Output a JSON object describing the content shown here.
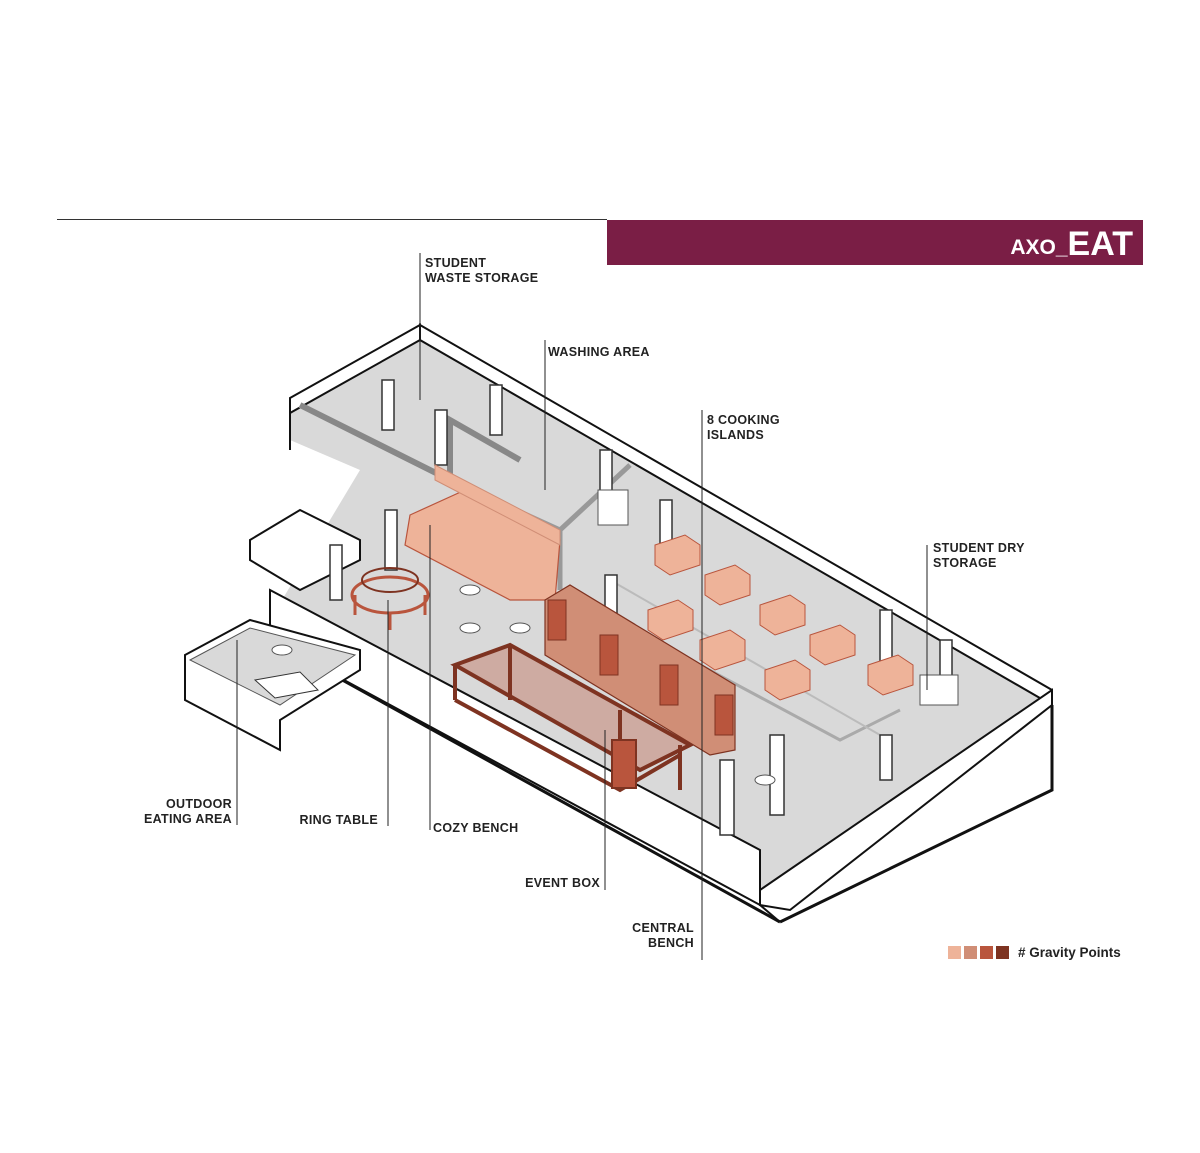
{
  "title": {
    "prefix": "AXO_",
    "main": "EAT"
  },
  "labels": {
    "student_waste_storage": "STUDENT\nWASTE STORAGE",
    "washing_area": "WASHING AREA",
    "cooking_islands": "8 COOKING\nISLANDS",
    "student_dry_storage": "STUDENT DRY\nSTORAGE",
    "outdoor_eating_area": "OUTDOOR\nEATING AREA",
    "ring_table": "RING TABLE",
    "cozy_bench": "COZY BENCH",
    "event_box": "EVENT BOX",
    "central_bench": "CENTRAL\nBENCH"
  },
  "legend": {
    "text": "# Gravity Points",
    "swatches": [
      "#eeb399",
      "#d08e76",
      "#b9553d",
      "#7e3321"
    ]
  },
  "colors": {
    "accent": "#7a1e45",
    "floor": "#d9d9d9",
    "wall": "#ffffff",
    "outline": "#111111"
  }
}
